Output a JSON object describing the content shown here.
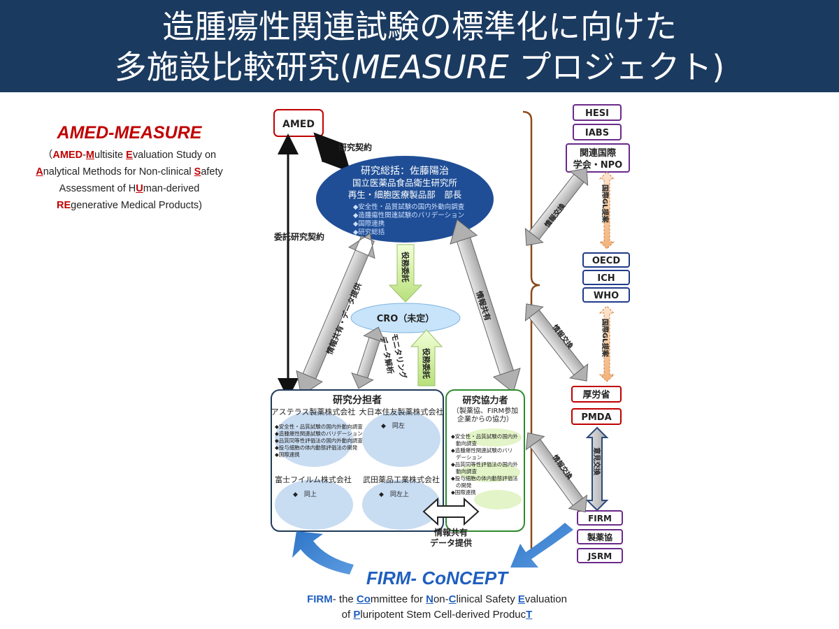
{
  "header": {
    "line1": "造腫瘍性関連試験の標準化に向けた",
    "line2_pre": "多施設比較研究(",
    "line2_italic": "MEASURE",
    "line2_post": " プロジェクト)"
  },
  "amed": {
    "title": "AMED-MEASURE",
    "desc": [
      "（",
      "AMED",
      "-",
      "M",
      "ultisite ",
      "E",
      "valuation Study on",
      "A",
      "nalytical Methods for Non-clinical ",
      "S",
      "afety",
      "Assessment of H",
      "U",
      "man-derived",
      "RE",
      "generative Medical Products)"
    ]
  },
  "firm": {
    "title": "FIRM- CoNCEPT",
    "desc": [
      "FIRM",
      "- the ",
      "Co",
      "mmittee for ",
      "N",
      "on-",
      "C",
      "linical Safety ",
      "E",
      "valuation",
      "of ",
      "P",
      "luripotent Stem Cell-derived Produc",
      "T"
    ]
  },
  "diagram": {
    "amed_box": "AMED",
    "contract_label": "研究契約",
    "itaku_label": "委託研究契約",
    "leader": [
      "研究総括：佐藤陽治",
      "国立医薬品食品衛生研究所",
      "再生・細胞医療製品部　部長"
    ],
    "leader_items": [
      "◆安全性・品質試験の国内外動向調査",
      "◆造腫瘍性関連試験のバリデーション",
      "◆国際連携",
      "◆研究総括"
    ],
    "gyomu_top": "役務委託",
    "cro": "CRO（未定）",
    "data_monitor": [
      "データ解析",
      "モニタリング"
    ],
    "gyomu_bottom": "役務委託",
    "share_data_left": "情報共有・データ提供",
    "share_right": "情報共有",
    "buntan": {
      "title": "研究分担者",
      "c1": "アステラス製薬株式会社",
      "c2": "大日本住友製薬株式会社",
      "c2_item": "◆　同左",
      "c1_items": [
        "◆安全性・品質試験の国内外動向調査",
        "◆造腫瘍性関連試験のバリデーション",
        "◆品質同等性評価法の国内外動向調査",
        "◆投与細胞の体内動態評価法の開発",
        "◆国際連携"
      ],
      "c3": "富士フイルム株式会社",
      "c3_item": "◆　同上",
      "c4": "武田薬品工業株式会社",
      "c4_item": "◆　同左上"
    },
    "kyoryoku": {
      "title": "研究協力者",
      "sub": [
        "（製薬協、FIRM参加",
        "企業からの協力）"
      ],
      "items": [
        "◆安全性・品質試験の国内外",
        "動向調査",
        "◆造腫瘍性関連試験のバリ",
        "デーション",
        "◆品質同等性評価法の国内外",
        "動向調査",
        "◆投与細胞の体内動態評価法",
        "の開発",
        "◆国際連携"
      ]
    },
    "bottom_share": [
      "情報共有",
      "データ提供"
    ],
    "right": {
      "hesi": "HESI",
      "iabs": "IABS",
      "kanren": [
        "関連国際",
        "学会・NPO"
      ],
      "oecd": "OECD",
      "ich": "ICH",
      "who": "WHO",
      "kokusai1": "国際GL提案",
      "kokusai2": "国際GL提案",
      "joho1": "情報交換",
      "joho2": "情報交換",
      "joho3": "情報交換",
      "mhlw": "厚労省",
      "pmda": "PMDA",
      "iken": "意見交換",
      "firm": "FIRM",
      "jpma": "製薬協",
      "jsrm": "JSRM"
    }
  },
  "colors": {
    "header_bg": "#1b3a5f",
    "accent_red": "#c00000",
    "accent_blue": "#1f5fbf",
    "leader_fill": "#1f4e96",
    "cro_fill": "#c8e4fa",
    "buntan_border": "#1f3b5a",
    "kyoryoku_border": "#2e8b2e"
  }
}
